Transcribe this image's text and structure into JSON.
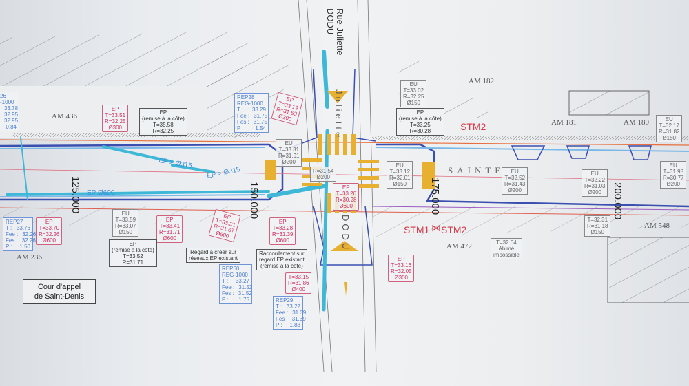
{
  "street": {
    "name_line1": "Rue Juliette",
    "name_line2": "DODU",
    "mid_label": "Juliette",
    "bottom_label": "DODU",
    "cross_street": "SAINTE"
  },
  "title_box": {
    "line1": "Cour d'appel",
    "line2": "de Saint-Denis"
  },
  "parcels": [
    "AM 436",
    "AM 236",
    "AM 182",
    "AM 181",
    "AM 180",
    "AM 472",
    "AM 548"
  ],
  "chainages": [
    "125.000",
    "150.000",
    "175.000",
    "200.000"
  ],
  "sections": {
    "stm2_top": "STM2",
    "stm1": "STM1",
    "stm2_bottom": "STM2"
  },
  "pipe_labels": [
    "EP > Ø315",
    "EP > Ø315",
    "EP Ø600"
  ],
  "rep_boxes": [
    {
      "lines": [
        [
          "26",
          ""
        ],
        [
          "-1000",
          ""
        ],
        [
          "",
          "33.78"
        ],
        [
          "",
          "32.95"
        ],
        [
          "",
          "32.95"
        ],
        [
          "",
          "0.84"
        ]
      ]
    },
    {
      "lines": [
        [
          "REP28",
          ""
        ],
        [
          "REG-1000",
          ""
        ],
        [
          "T :",
          "33.29"
        ],
        [
          "Fee :",
          "31.75"
        ],
        [
          "Fes :",
          "31.75"
        ],
        [
          "P :",
          "1.54"
        ]
      ]
    },
    {
      "lines": [
        [
          "REP27",
          ""
        ],
        [
          "T :",
          "33.76"
        ],
        [
          "Fee :",
          "32.26"
        ],
        [
          "Fes :",
          "32.26"
        ],
        [
          "P :",
          "1.50"
        ]
      ]
    },
    {
      "lines": [
        [
          "REP60",
          ""
        ],
        [
          "REG-1000",
          ""
        ],
        [
          "T :",
          "33.27"
        ],
        [
          "Fee :",
          "31.52"
        ],
        [
          "Fes :",
          "31.52"
        ],
        [
          "P :",
          "1.75"
        ]
      ]
    },
    {
      "lines": [
        [
          "REP29",
          ""
        ],
        [
          "T :",
          "33.22"
        ],
        [
          "Fee :",
          "31.39"
        ],
        [
          "Fes :",
          "31.39"
        ],
        [
          "P :",
          "1.83"
        ]
      ]
    }
  ],
  "ep_boxes": [
    {
      "lines": [
        "EP",
        "T=33.51",
        "R=32.25",
        "Ø300"
      ]
    },
    {
      "lines": [
        "EP",
        "T=33.19",
        "R=31.53",
        "Ø300"
      ]
    },
    {
      "lines": [
        "EP",
        "T=33.70",
        "R=32.26",
        "Ø600"
      ]
    },
    {
      "lines": [
        "EP",
        "T=33.41",
        "R=31.71",
        "Ø600"
      ]
    },
    {
      "lines": [
        "EP",
        "T=33.31",
        "R=31.67",
        "Ø600"
      ]
    },
    {
      "lines": [
        "EP",
        "T=33.28",
        "R=31.39",
        "Ø600"
      ]
    },
    {
      "lines": [
        "T=33.15",
        "R=31.86",
        "Ø400"
      ]
    },
    {
      "lines": [
        "EP",
        "T=33.20",
        "R=30.28",
        "Ø600"
      ]
    },
    {
      "lines": [
        "EP",
        "T=33.16",
        "R=32.05",
        "Ø300"
      ]
    }
  ],
  "grey_boxes": [
    {
      "lines": [
        "EU",
        "T=33.59",
        "R=33.07",
        "Ø150"
      ]
    },
    {
      "lines": [
        "EU",
        "T=33.31",
        "R=31.91",
        "Ø200"
      ]
    },
    {
      "lines": [
        "R=31.54",
        "Ø200"
      ]
    },
    {
      "lines": [
        "EU",
        "T=33.02",
        "R=32.25",
        "Ø150"
      ]
    },
    {
      "lines": [
        "EU",
        "T=33.12",
        "R=32.01",
        "Ø150"
      ]
    },
    {
      "lines": [
        "EU",
        "T=32.52",
        "R=31.43",
        "Ø200"
      ]
    },
    {
      "lines": [
        "EU",
        "T=32.22",
        "R=31.03",
        "Ø200"
      ]
    },
    {
      "lines": [
        "EU",
        "T=32.17",
        "R=31.82",
        "Ø150"
      ]
    },
    {
      "lines": [
        "EU",
        "T=31.98",
        "R=30.77",
        "Ø200"
      ]
    },
    {
      "lines": [
        "T=32.31",
        "R=31.18",
        "Ø150"
      ]
    },
    {
      "lines": [
        "T=32.64",
        "Abimé",
        "impossible"
      ]
    }
  ],
  "note_boxes": [
    {
      "lines": [
        "EP",
        "(remise à la côte)",
        "T=35.58",
        "R=32.25"
      ]
    },
    {
      "lines": [
        "EP",
        "(remise à la côte)",
        "T=33.52",
        "R=31.71"
      ]
    },
    {
      "lines": [
        "EP",
        "(remise à la côte)",
        "T=33.25",
        "R=30.28"
      ]
    },
    {
      "lines": [
        "Regard à créer sur",
        "réseaux EP existant"
      ]
    },
    {
      "lines": [
        "Raccordement sur",
        "regard EP existant",
        "(remise à la côte)"
      ]
    }
  ],
  "colors": {
    "ep": "#d0305c",
    "rep": "#4f7fd0",
    "water": "#3fb8d8",
    "road_marking": "#e8b030",
    "network": "#3b4fb0"
  }
}
